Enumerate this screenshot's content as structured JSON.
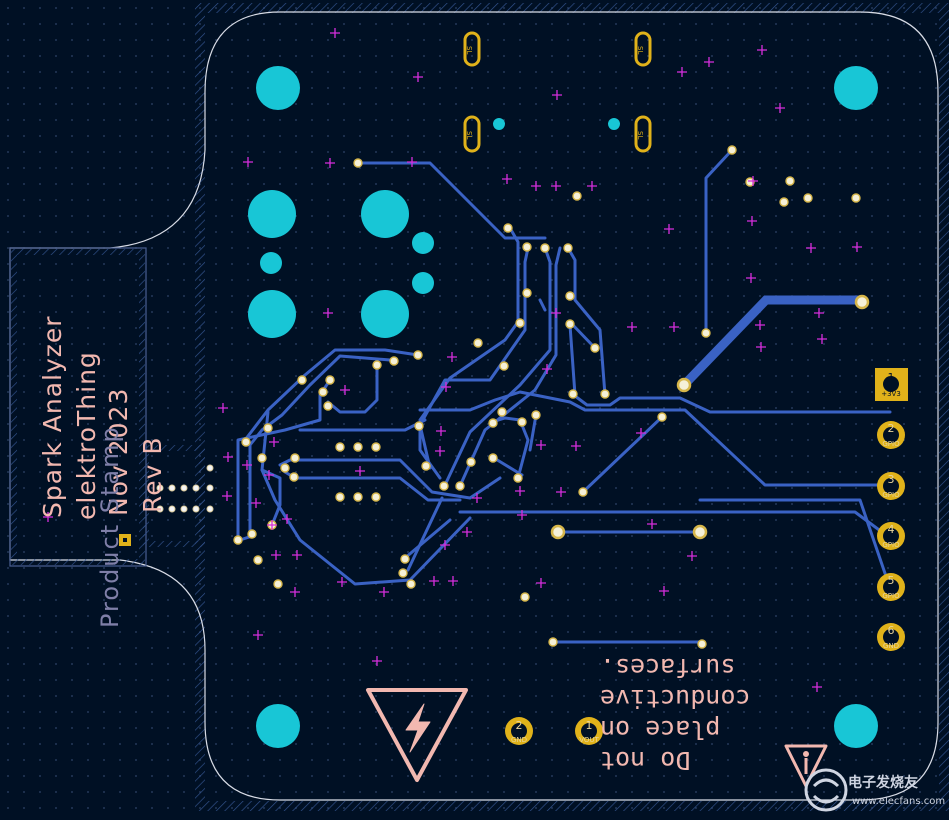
{
  "silkscreen": {
    "line1": "Spark Analyzer",
    "line2": "elektroThing",
    "line3": "Nov 2023",
    "line4": "Rev B",
    "line5": "Product Stamp"
  },
  "warning_text": "Do not\nplace on\nconductive\nsurfaces.",
  "connector_pins": [
    {
      "number": "1",
      "label": "+3V3"
    },
    {
      "number": "2",
      "label": "GPIO"
    },
    {
      "number": "3",
      "label": "GPIO"
    },
    {
      "number": "4",
      "label": "GPIO"
    },
    {
      "number": "5",
      "label": "GPIO"
    },
    {
      "number": "6",
      "label": "GND"
    }
  ],
  "output_pins": [
    {
      "number": "2",
      "label": "GND"
    },
    {
      "number": "1",
      "label": "VOUT"
    }
  ],
  "slot_label": "SL",
  "watermark": {
    "text": "电子发烧友",
    "url": "www.elecfans.com"
  },
  "colors": {
    "background": "#001024",
    "copper": "#3a62c4",
    "pad": "#e0b21a",
    "hole": "#18c6d6",
    "silk": "#f2b8b0",
    "fab": "#7f7fa8",
    "marker": "#d62edc"
  }
}
